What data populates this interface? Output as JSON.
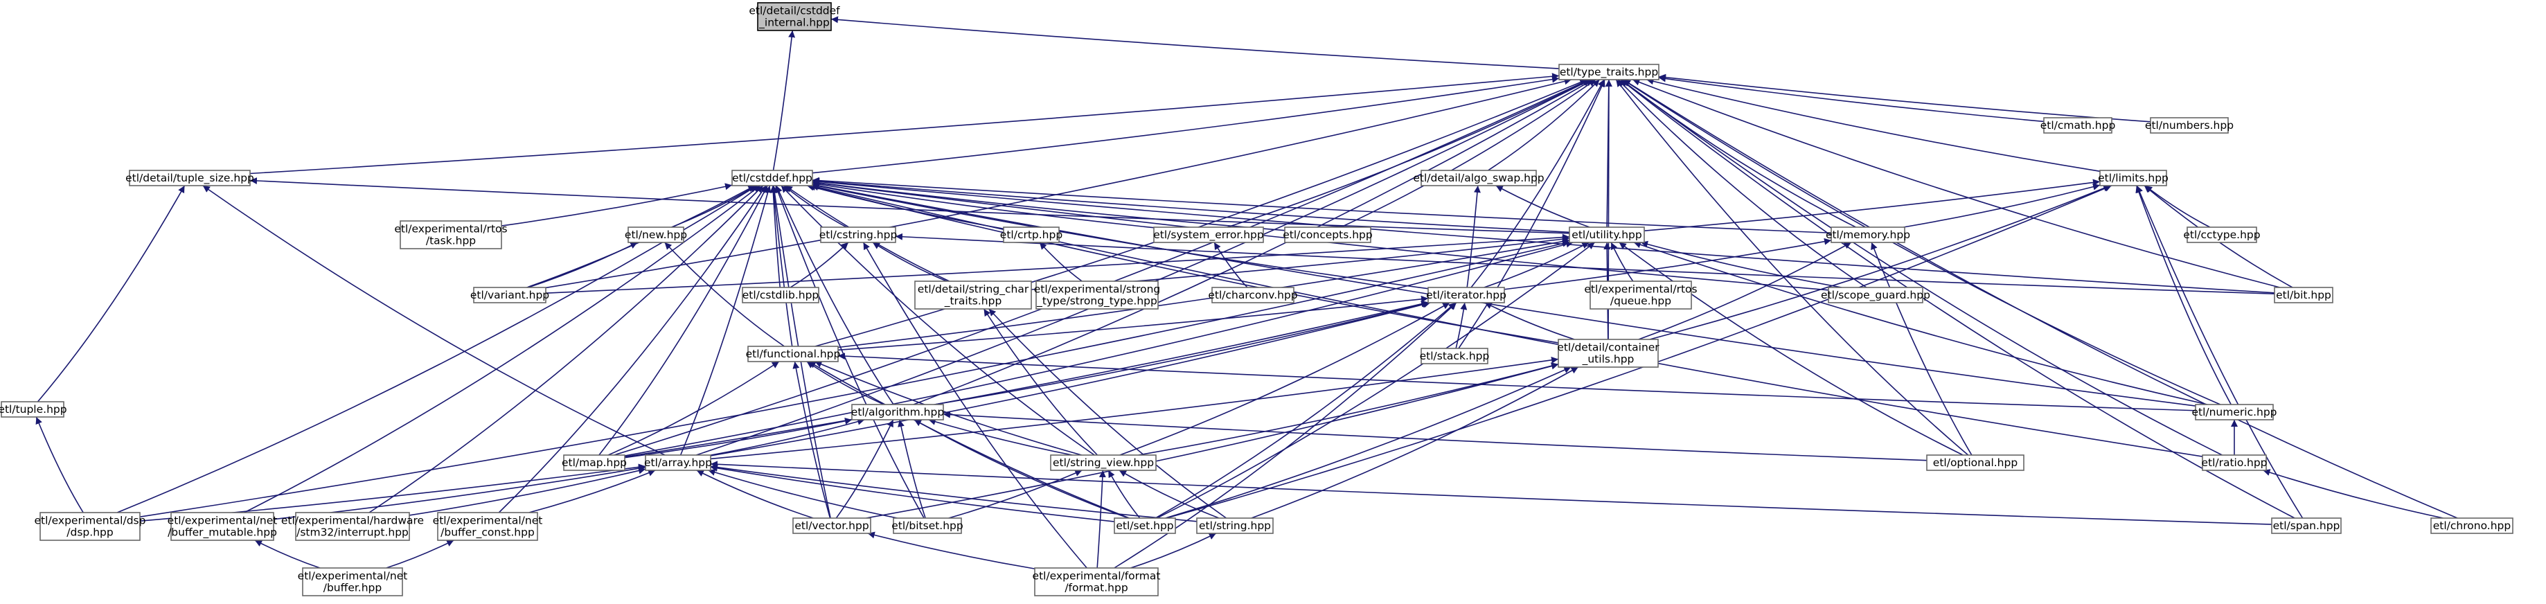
{
  "diagram": {
    "type": "include-dependency-graph",
    "colors": {
      "edge": "#191970",
      "node_border": "#666666",
      "root_fill": "#bfbfbf"
    },
    "nodes": [
      {
        "id": "cstddef_internal",
        "lines": [
          "etl/detail/cstddef",
          "_internal.hpp"
        ],
        "root": true
      },
      {
        "id": "type_traits",
        "lines": [
          "etl/type_traits.hpp"
        ]
      },
      {
        "id": "tuple_size",
        "lines": [
          "etl/detail/tuple_size.hpp"
        ]
      },
      {
        "id": "cstddef",
        "lines": [
          "etl/cstddef.hpp"
        ]
      },
      {
        "id": "algo_swap",
        "lines": [
          "etl/detail/algo_swap.hpp"
        ]
      },
      {
        "id": "cmath",
        "lines": [
          "etl/cmath.hpp"
        ]
      },
      {
        "id": "numbers",
        "lines": [
          "etl/numbers.hpp"
        ]
      },
      {
        "id": "limits",
        "lines": [
          "etl/limits.hpp"
        ]
      },
      {
        "id": "rtos_task",
        "lines": [
          "etl/experimental/rtos",
          "/task.hpp"
        ]
      },
      {
        "id": "new",
        "lines": [
          "etl/new.hpp"
        ]
      },
      {
        "id": "cstring",
        "lines": [
          "etl/cstring.hpp"
        ]
      },
      {
        "id": "crtp",
        "lines": [
          "etl/crtp.hpp"
        ]
      },
      {
        "id": "system_error",
        "lines": [
          "etl/system_error.hpp"
        ]
      },
      {
        "id": "concepts",
        "lines": [
          "etl/concepts.hpp"
        ]
      },
      {
        "id": "utility",
        "lines": [
          "etl/utility.hpp"
        ]
      },
      {
        "id": "memory",
        "lines": [
          "etl/memory.hpp"
        ]
      },
      {
        "id": "cctype",
        "lines": [
          "etl/cctype.hpp"
        ]
      },
      {
        "id": "variant",
        "lines": [
          "etl/variant.hpp"
        ]
      },
      {
        "id": "cstdlib",
        "lines": [
          "etl/cstdlib.hpp"
        ]
      },
      {
        "id": "string_char_traits",
        "lines": [
          "etl/detail/string_char",
          "_traits.hpp"
        ]
      },
      {
        "id": "strong_type",
        "lines": [
          "etl/experimental/strong",
          "_type/strong_type.hpp"
        ]
      },
      {
        "id": "charconv",
        "lines": [
          "etl/charconv.hpp"
        ]
      },
      {
        "id": "iterator",
        "lines": [
          "etl/iterator.hpp"
        ]
      },
      {
        "id": "rtos_queue",
        "lines": [
          "etl/experimental/rtos",
          "/queue.hpp"
        ]
      },
      {
        "id": "scope_guard",
        "lines": [
          "etl/scope_guard.hpp"
        ]
      },
      {
        "id": "bit",
        "lines": [
          "etl/bit.hpp"
        ]
      },
      {
        "id": "functional",
        "lines": [
          "etl/functional.hpp"
        ]
      },
      {
        "id": "stack",
        "lines": [
          "etl/stack.hpp"
        ]
      },
      {
        "id": "container_utils",
        "lines": [
          "etl/detail/container",
          "_utils.hpp"
        ]
      },
      {
        "id": "tuple",
        "lines": [
          "etl/tuple.hpp"
        ]
      },
      {
        "id": "algorithm",
        "lines": [
          "etl/algorithm.hpp"
        ]
      },
      {
        "id": "numeric",
        "lines": [
          "etl/numeric.hpp"
        ]
      },
      {
        "id": "map",
        "lines": [
          "etl/map.hpp"
        ]
      },
      {
        "id": "array",
        "lines": [
          "etl/array.hpp"
        ]
      },
      {
        "id": "string_view",
        "lines": [
          "etl/string_view.hpp"
        ]
      },
      {
        "id": "optional",
        "lines": [
          "etl/optional.hpp"
        ]
      },
      {
        "id": "ratio",
        "lines": [
          "etl/ratio.hpp"
        ]
      },
      {
        "id": "dsp",
        "lines": [
          "etl/experimental/dsp",
          "/dsp.hpp"
        ]
      },
      {
        "id": "buffer_mutable",
        "lines": [
          "etl/experimental/net",
          "/buffer_mutable.hpp"
        ]
      },
      {
        "id": "stm32_interrupt",
        "lines": [
          "etl/experimental/hardware",
          "/stm32/interrupt.hpp"
        ]
      },
      {
        "id": "buffer_const",
        "lines": [
          "etl/experimental/net",
          "/buffer_const.hpp"
        ]
      },
      {
        "id": "vector",
        "lines": [
          "etl/vector.hpp"
        ]
      },
      {
        "id": "bitset",
        "lines": [
          "etl/bitset.hpp"
        ]
      },
      {
        "id": "set",
        "lines": [
          "etl/set.hpp"
        ]
      },
      {
        "id": "string",
        "lines": [
          "etl/string.hpp"
        ]
      },
      {
        "id": "span",
        "lines": [
          "etl/span.hpp"
        ]
      },
      {
        "id": "chrono",
        "lines": [
          "etl/chrono.hpp"
        ]
      },
      {
        "id": "net_buffer",
        "lines": [
          "etl/experimental/net",
          "/buffer.hpp"
        ]
      },
      {
        "id": "format",
        "lines": [
          "etl/experimental/format",
          "/format.hpp"
        ]
      }
    ],
    "edges": [
      [
        "cstddef_internal",
        "type_traits"
      ],
      [
        "cstddef_internal",
        "cstddef"
      ],
      [
        "type_traits",
        "tuple_size"
      ],
      [
        "type_traits",
        "cstddef"
      ],
      [
        "type_traits",
        "algo_swap"
      ],
      [
        "type_traits",
        "cmath"
      ],
      [
        "type_traits",
        "numbers"
      ],
      [
        "type_traits",
        "limits"
      ],
      [
        "type_traits",
        "utility"
      ],
      [
        "type_traits",
        "memory"
      ],
      [
        "type_traits",
        "system_error"
      ],
      [
        "type_traits",
        "concepts"
      ],
      [
        "type_traits",
        "variant"
      ],
      [
        "type_traits",
        "iterator"
      ],
      [
        "type_traits",
        "scope_guard"
      ],
      [
        "type_traits",
        "bit"
      ],
      [
        "type_traits",
        "stack"
      ],
      [
        "type_traits",
        "container_utils"
      ],
      [
        "type_traits",
        "functional"
      ],
      [
        "type_traits",
        "algorithm"
      ],
      [
        "type_traits",
        "array"
      ],
      [
        "type_traits",
        "map"
      ],
      [
        "type_traits",
        "numeric"
      ],
      [
        "type_traits",
        "optional"
      ],
      [
        "type_traits",
        "ratio"
      ],
      [
        "type_traits",
        "span"
      ],
      [
        "type_traits",
        "chrono"
      ],
      [
        "tuple_size",
        "utility"
      ],
      [
        "tuple_size",
        "tuple"
      ],
      [
        "tuple_size",
        "array"
      ],
      [
        "cstddef",
        "rtos_task"
      ],
      [
        "cstddef",
        "new"
      ],
      [
        "cstddef",
        "cstring"
      ],
      [
        "cstddef",
        "crtp"
      ],
      [
        "cstddef",
        "system_error"
      ],
      [
        "cstddef",
        "concepts"
      ],
      [
        "cstddef",
        "utility"
      ],
      [
        "cstddef",
        "memory"
      ],
      [
        "cstddef",
        "variant"
      ],
      [
        "cstddef",
        "cstdlib"
      ],
      [
        "cstddef",
        "string_char_traits"
      ],
      [
        "cstddef",
        "iterator"
      ],
      [
        "cstddef",
        "scope_guard"
      ],
      [
        "cstddef",
        "bit"
      ],
      [
        "cstddef",
        "functional"
      ],
      [
        "cstddef",
        "container_utils"
      ],
      [
        "cstddef",
        "algorithm"
      ],
      [
        "cstddef",
        "numeric"
      ],
      [
        "cstddef",
        "map"
      ],
      [
        "cstddef",
        "array"
      ],
      [
        "cstddef",
        "string_view"
      ],
      [
        "cstddef",
        "ratio"
      ],
      [
        "cstddef",
        "dsp"
      ],
      [
        "cstddef",
        "buffer_mutable"
      ],
      [
        "cstddef",
        "stm32_interrupt"
      ],
      [
        "cstddef",
        "buffer_const"
      ],
      [
        "cstddef",
        "vector"
      ],
      [
        "cstddef",
        "bitset"
      ],
      [
        "algo_swap",
        "utility"
      ],
      [
        "algo_swap",
        "iterator"
      ],
      [
        "limits",
        "utility"
      ],
      [
        "limits",
        "memory"
      ],
      [
        "limits",
        "cctype"
      ],
      [
        "limits",
        "bit"
      ],
      [
        "limits",
        "numeric"
      ],
      [
        "limits",
        "span"
      ],
      [
        "limits",
        "set"
      ],
      [
        "limits",
        "container_utils"
      ],
      [
        "new",
        "variant"
      ],
      [
        "new",
        "functional"
      ],
      [
        "cstring",
        "cstdlib"
      ],
      [
        "cstring",
        "string_char_traits"
      ],
      [
        "cstring",
        "bit"
      ],
      [
        "cstring",
        "format"
      ],
      [
        "crtp",
        "strong_type"
      ],
      [
        "system_error",
        "charconv"
      ],
      [
        "utility",
        "variant"
      ],
      [
        "utility",
        "iterator"
      ],
      [
        "utility",
        "rtos_queue"
      ],
      [
        "utility",
        "scope_guard"
      ],
      [
        "utility",
        "functional"
      ],
      [
        "utility",
        "container_utils"
      ],
      [
        "utility",
        "numeric"
      ],
      [
        "utility",
        "optional"
      ],
      [
        "utility",
        "map"
      ],
      [
        "utility",
        "dsp"
      ],
      [
        "utility",
        "string_char_traits"
      ],
      [
        "utility",
        "set"
      ],
      [
        "memory",
        "iterator"
      ],
      [
        "memory",
        "optional"
      ],
      [
        "memory",
        "container_utils"
      ],
      [
        "string_char_traits",
        "string_view"
      ],
      [
        "string_char_traits",
        "string"
      ],
      [
        "iterator",
        "stack"
      ],
      [
        "iterator",
        "container_utils"
      ],
      [
        "iterator",
        "functional"
      ],
      [
        "iterator",
        "algorithm"
      ],
      [
        "iterator",
        "string_view"
      ],
      [
        "iterator",
        "array"
      ],
      [
        "iterator",
        "set"
      ],
      [
        "iterator",
        "format"
      ],
      [
        "iterator",
        "map"
      ],
      [
        "functional",
        "algorithm"
      ],
      [
        "functional",
        "numeric"
      ],
      [
        "functional",
        "map"
      ],
      [
        "functional",
        "vector"
      ],
      [
        "functional",
        "set"
      ],
      [
        "functional",
        "string_view"
      ],
      [
        "container_utils",
        "string_view"
      ],
      [
        "container_utils",
        "vector"
      ],
      [
        "container_utils",
        "string"
      ],
      [
        "container_utils",
        "set"
      ],
      [
        "container_utils",
        "array"
      ],
      [
        "algorithm",
        "map"
      ],
      [
        "algorithm",
        "array"
      ],
      [
        "algorithm",
        "string_view"
      ],
      [
        "algorithm",
        "optional"
      ],
      [
        "algorithm",
        "vector"
      ],
      [
        "algorithm",
        "bitset"
      ],
      [
        "algorithm",
        "set"
      ],
      [
        "tuple",
        "dsp"
      ],
      [
        "numeric",
        "ratio"
      ],
      [
        "array",
        "dsp"
      ],
      [
        "array",
        "buffer_mutable"
      ],
      [
        "array",
        "stm32_interrupt"
      ],
      [
        "array",
        "buffer_const"
      ],
      [
        "array",
        "vector"
      ],
      [
        "array",
        "bitset"
      ],
      [
        "array",
        "set"
      ],
      [
        "array",
        "string"
      ],
      [
        "array",
        "span"
      ],
      [
        "string_view",
        "bitset"
      ],
      [
        "string_view",
        "set"
      ],
      [
        "string_view",
        "string"
      ],
      [
        "string_view",
        "format"
      ],
      [
        "ratio",
        "chrono"
      ],
      [
        "buffer_mutable",
        "net_buffer"
      ],
      [
        "buffer_const",
        "net_buffer"
      ],
      [
        "vector",
        "format"
      ],
      [
        "string",
        "format"
      ]
    ]
  }
}
